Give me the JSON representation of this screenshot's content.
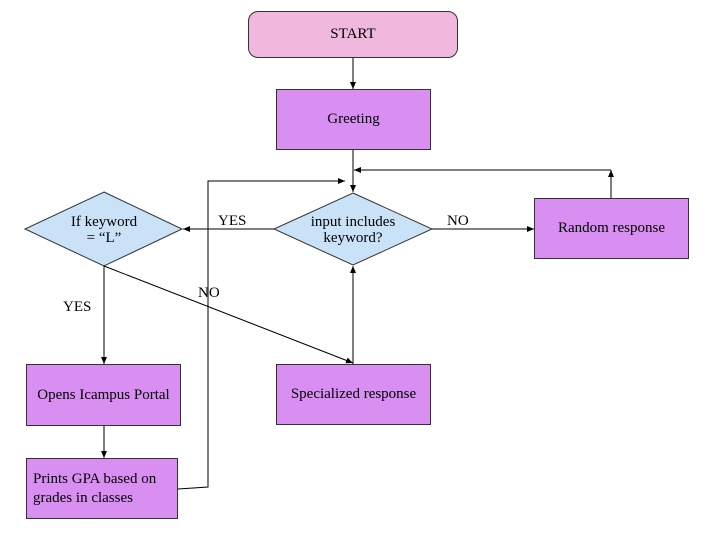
{
  "nodes": {
    "start": "START",
    "greeting": "Greeting",
    "input_check": "input includes keyword?",
    "keyword_l": "If keyword = “L”",
    "random": "Random response",
    "portal": "Opens Icampus Portal",
    "gpa": "Prints GPA based on grades in classes",
    "specialized": "Specialized response"
  },
  "edges": {
    "yes_left": "YES",
    "no_right": "NO",
    "yes_down": "YES",
    "no_diag": "NO"
  },
  "colors": {
    "start_fill": "#f0b8dd",
    "process_fill": "#d98ff2",
    "decision_fill": "#c9e2f8",
    "line": "#000000"
  }
}
